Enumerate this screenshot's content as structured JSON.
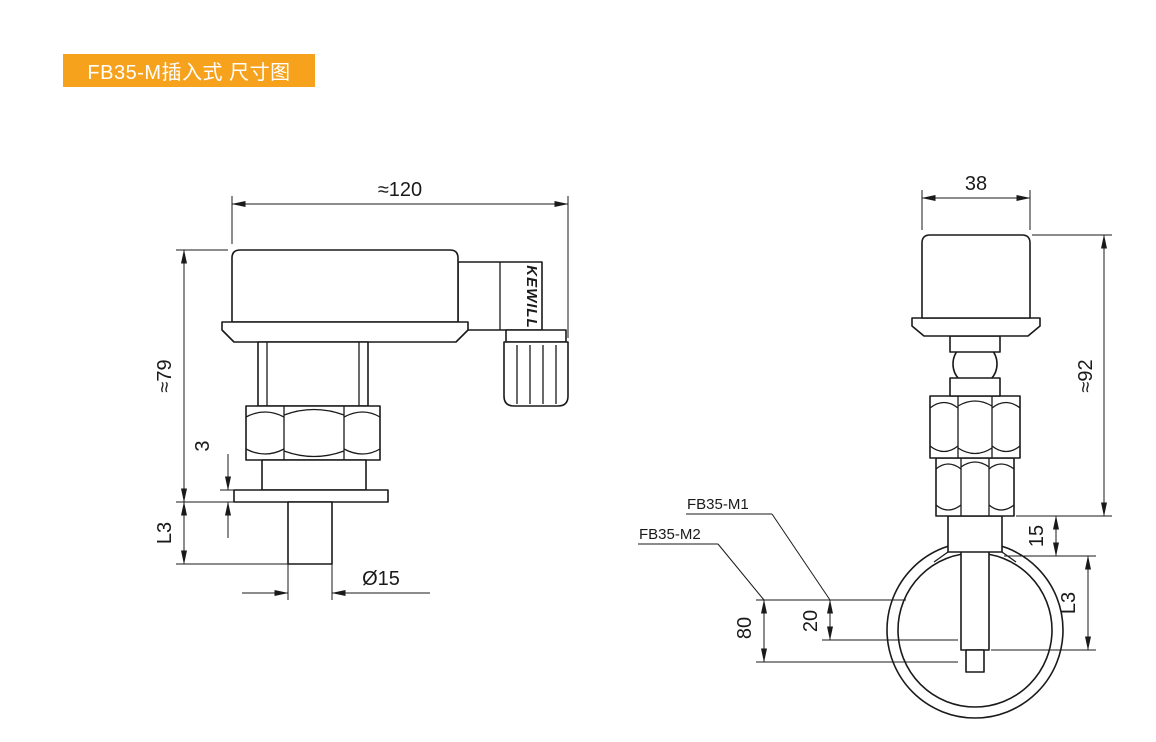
{
  "banner": {
    "title": "FB35-M插入式 尺寸图",
    "bg_color": "#F7A21C",
    "text_color": "#FFFFFF"
  },
  "drawing": {
    "line_color": "#1A1A1A"
  },
  "left_view": {
    "brand_label": "KEWILL",
    "dim_overall_width": "≈120",
    "dim_body_height": "≈79",
    "dim_plate_thickness": "3",
    "dim_probe_length": "L3",
    "dim_probe_diameter": "Ø15"
  },
  "right_view": {
    "dim_cap_width": "38",
    "dim_body_height": "≈92",
    "dim_clamp_offset": "15",
    "dim_probe_length": "L3",
    "dim_insertion_m2": "80",
    "dim_insertion_m1": "20",
    "label_model_m1": "FB35-M1",
    "label_model_m2": "FB35-M2"
  }
}
